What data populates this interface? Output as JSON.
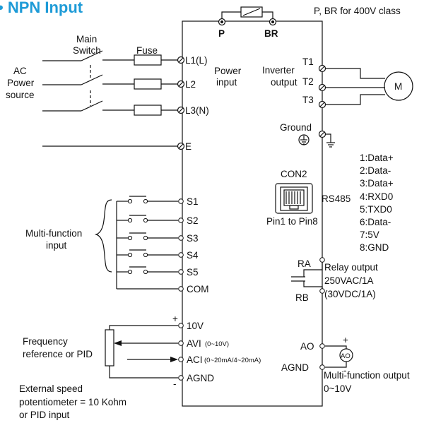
{
  "title": "• NPN Input",
  "labels": {
    "p_br_note": "P, BR for 400V class",
    "p": "P",
    "br": "BR",
    "main_switch_1": "Main",
    "main_switch_2": "Switch",
    "fuse": "Fuse",
    "ac_1": "AC",
    "ac_2": "Power",
    "ac_3": "source",
    "l1": "L1(L)",
    "l2": "L2",
    "l3": "L3(N)",
    "power_input_1": "Power",
    "power_input_2": "input",
    "inverter_output_1": "Inverter",
    "inverter_output_2": "output",
    "t1": "T1",
    "t2": "T2",
    "t3": "T3",
    "motor": "M",
    "ground": "Ground",
    "e": "E",
    "con2": "CON2",
    "pin_range": "Pin1 to Pin8",
    "rs485": "RS485",
    "s1": "S1",
    "s2": "S2",
    "s3": "S3",
    "s4": "S4",
    "s5": "S5",
    "com": "COM",
    "mf_input_1": "Multi-function",
    "mf_input_2": "input",
    "ra": "RA",
    "rb": "RB",
    "relay_1": "Relay output",
    "relay_2": "250VAC/1A",
    "relay_3": "(30VDC/1A)",
    "v10": "10V",
    "avi": "AVI",
    "avi_range": "(0~10V)",
    "aci": "ACI",
    "aci_range": "(0~20mA/4~20mA)",
    "agnd_left": "AGND",
    "freq_ref_1": "Frequency",
    "freq_ref_2": "reference or PID",
    "ext_1": "External speed",
    "ext_2": "potentiometer = 10 Kohm",
    "ext_3": "or PID input",
    "ao": "AO",
    "ao_meter": "AO",
    "agnd_right": "AGND",
    "mf_output_1": "Multi-function output",
    "mf_output_2": "0~10V",
    "plus": "+",
    "minus": "-"
  },
  "rs485_pins": [
    "1:Data+",
    "2:Data-",
    "3:Data+",
    "4:RXD0",
    "5:TXD0",
    "6:Data-",
    "7:5V",
    "8:GND"
  ]
}
